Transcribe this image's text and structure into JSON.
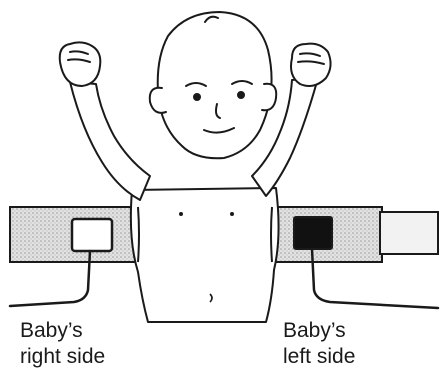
{
  "captions": {
    "right": {
      "line1": "Baby’s",
      "line2": "right side"
    },
    "left": {
      "line1": "Baby’s",
      "line2": "left side"
    }
  },
  "colors": {
    "ink": "#1a1a1a",
    "belt_fill": "#d6d6d6",
    "sensor_light": "#ffffff",
    "sensor_dark": "#111111"
  }
}
